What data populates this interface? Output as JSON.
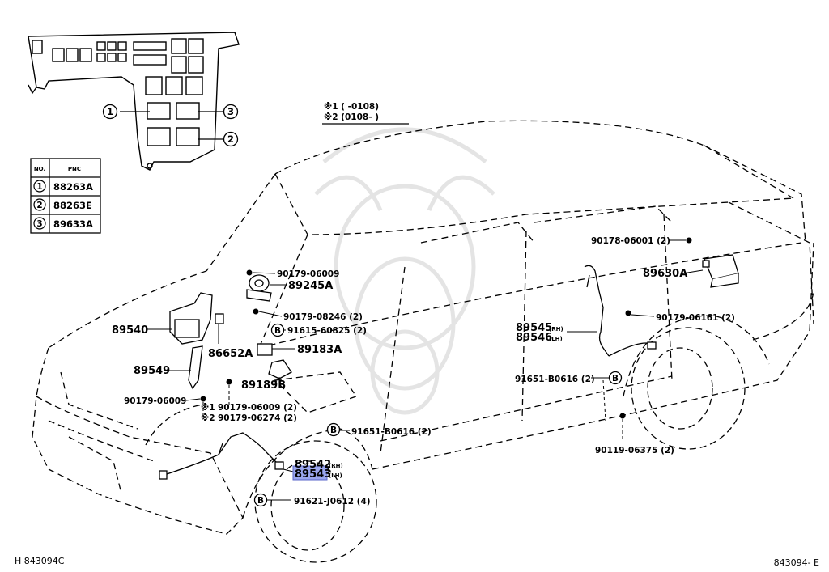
{
  "notes": {
    "note1": "※1 (      -0108)",
    "note2": "※2 (0108-        )"
  },
  "legend_table": {
    "header_no": "NO.",
    "header_pnc": "PNC",
    "rows": [
      {
        "no": "1",
        "pnc": "88263A"
      },
      {
        "no": "2",
        "pnc": "88263E"
      },
      {
        "no": "3",
        "pnc": "89633A"
      }
    ]
  },
  "callouts_relay_box": [
    "1",
    "3",
    "2"
  ],
  "parts": {
    "p90179_06009_top": "90179-06009",
    "p89245A": "89245A",
    "p90179_08246": "90179-08246 (2)",
    "p91615_60825": "91615-60825 (2)",
    "p89540": "89540",
    "p86652A": "86652A",
    "p89183A": "89183A",
    "p89549": "89549",
    "p89189B": "89189B",
    "p90179_06009_left": "90179-06009",
    "p90179_06009_2": "90179-06009 (2)",
    "p90179_06274": "90179-06274 (2)",
    "mark1": "※1",
    "mark2": "※2",
    "p91651_B0616_front": "91651-B0616 (2)",
    "p89542": "89542",
    "p89543": "89543",
    "rh_front": "(RH)",
    "lh_front": "(LH)",
    "p91621_J0612": "91621-J0612 (4)",
    "p90178_06001": "90178-06001 (2)",
    "p89630A": "89630A",
    "p90179_06161": "90179-06161 (2)",
    "p89545": "89545",
    "p89546": "89546",
    "rh_rear": "(RH)",
    "lh_rear": "(LH)",
    "p91651_B0616_rear": "91651-B0616 (2)",
    "p90119_06375": "90119-06375 (2)",
    "bolt_b": "B"
  },
  "footer": {
    "left_code": "H 843094C",
    "right_code": "843094- E"
  },
  "colors": {
    "highlight": "#9aa6ee",
    "ink": "#000000",
    "watermark": "#e6e6e6"
  }
}
